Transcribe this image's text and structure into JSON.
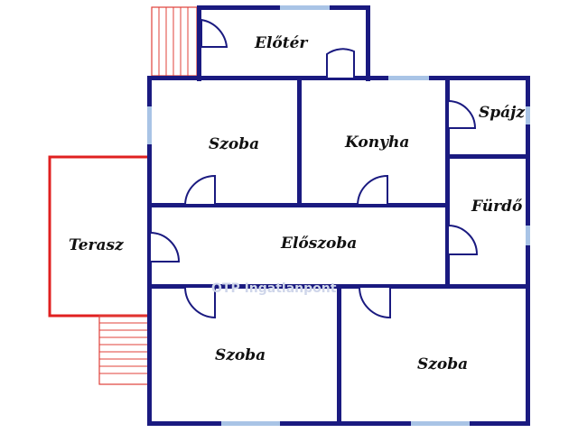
{
  "plan": {
    "rooms": {
      "eloter": "Előtér",
      "szoba_top": "Szoba",
      "konyha": "Konyha",
      "spajz": "Spájz",
      "furdo": "Fürdő",
      "terasz": "Terasz",
      "eloszoba": "Előszoba",
      "szoba_bottom_left": "Szoba",
      "szoba_bottom_right": "Szoba"
    },
    "watermark": "OTP Ingatlanpont",
    "colors": {
      "wall": "#1a1a80",
      "window": "#a9c4e6",
      "terrace": "#e02020",
      "stairs": "#e0403a"
    }
  }
}
